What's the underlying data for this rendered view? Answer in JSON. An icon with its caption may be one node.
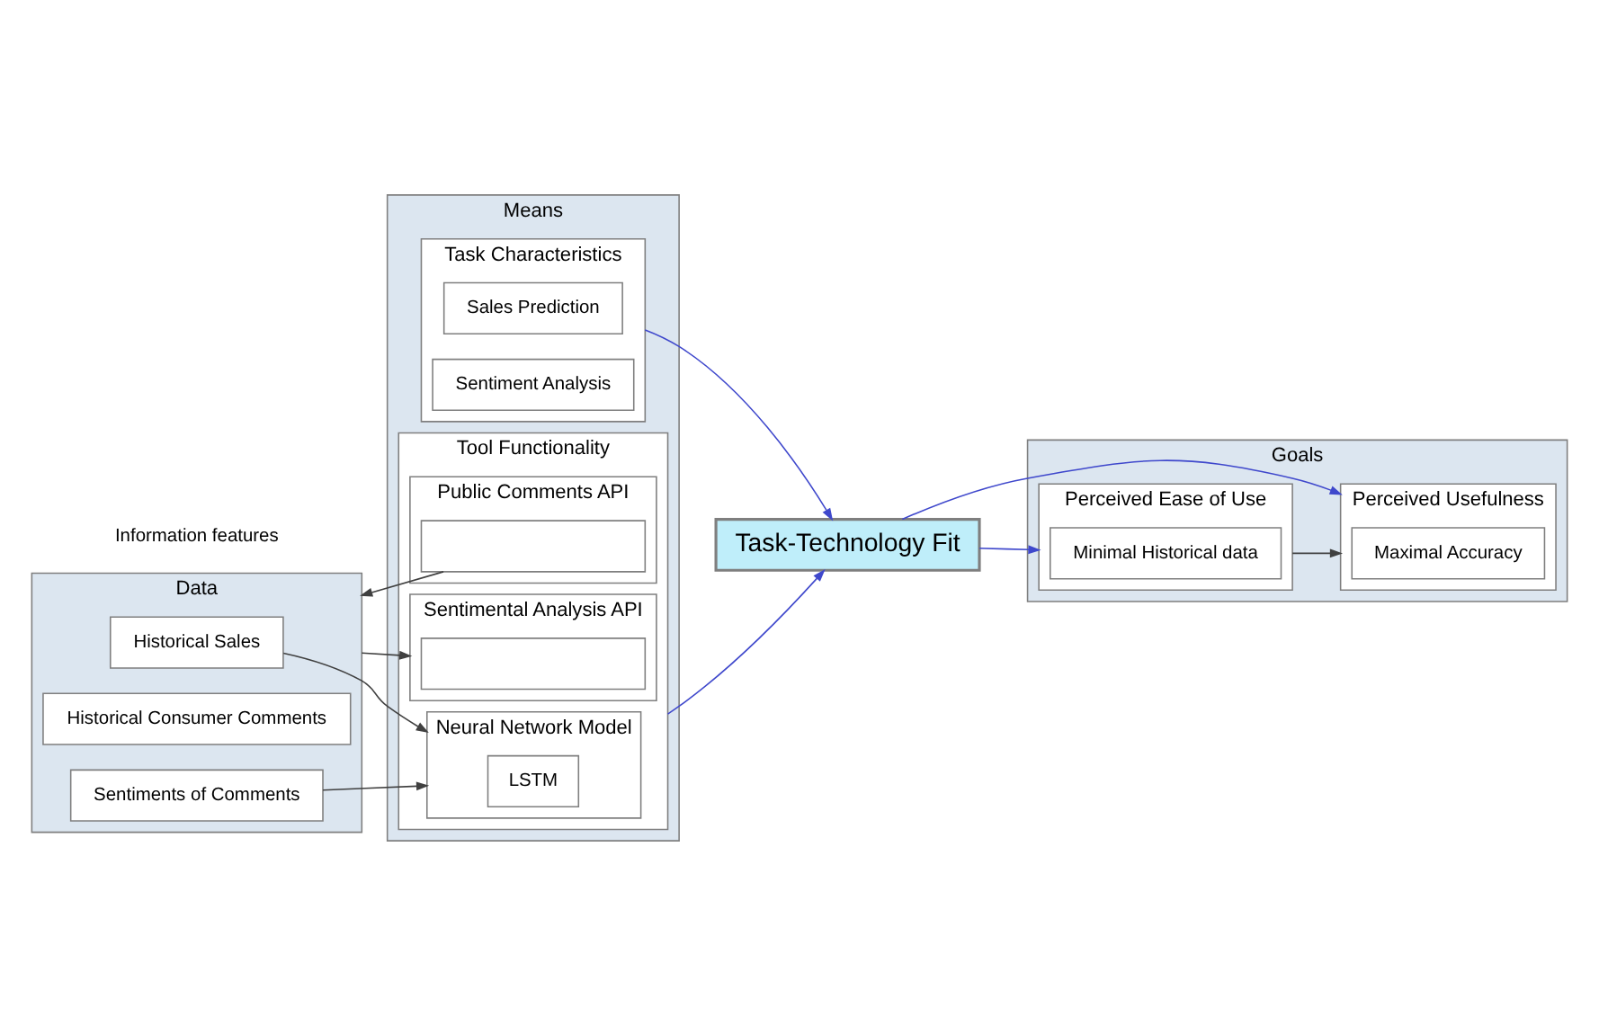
{
  "diagram": {
    "nodes": [
      {
        "text": [
          "Data"
        ]
      },
      {
        "text": [
          "Historical Sales"
        ],
        "in": 0
      },
      {
        "text": [
          "Historical Consumer Comments"
        ],
        "in": 0
      },
      {
        "text": [
          "Sentiments of Comments"
        ],
        "in": 0
      },
      {
        "text": [
          "Means"
        ]
      },
      {
        "text": [
          "Task Characteristics"
        ],
        "in": 4
      },
      {
        "text": [
          "Sales Prediction"
        ],
        "in": 5
      },
      {
        "text": [
          "Sentiment Analysis"
        ],
        "in": 5
      },
      {
        "text": [
          "Tool Functionality"
        ],
        "in": 4
      },
      {
        "text": [
          "Neural Network Model"
        ],
        "in": 8
      },
      {
        "text": [
          "LSTM"
        ],
        "in": 9
      },
      {
        "text": [
          "Sentimental Analysis API"
        ],
        "in": 8
      },
      {
        "text": [],
        "shape": "box",
        "in": 11
      },
      {
        "text": [
          "Public Comments API"
        ],
        "in": 8
      },
      {
        "text": [],
        "shape": "box",
        "in": 13
      },
      {
        "text": [
          "Task-Technology Fit"
        ]
      },
      {
        "text": [
          "Goals"
        ]
      },
      {
        "text": [
          "Perceived Usefulness"
        ],
        "in": 16
      },
      {
        "text": [
          "Maximal Accuracy"
        ],
        "in": 17
      },
      {
        "text": [
          "Perceived Ease of Use"
        ],
        "in": 16
      },
      {
        "text": [
          "Minimal Historical data"
        ],
        "in": 19
      }
    ],
    "edges": [
      {
        "from": 1,
        "to": 9,
        "arrow": "to"
      },
      {
        "from": 3,
        "to": 9,
        "arrow": "to"
      },
      {
        "from": 0,
        "to": 11,
        "arrow": "to"
      },
      {
        "from": 14,
        "to": 0,
        "arrow": "to"
      },
      {
        "from": 5,
        "to": 15,
        "arrow": "to",
        "color": "#3f48cc"
      },
      {
        "from": 8,
        "to": 15,
        "arrow": "to",
        "color": "#3f48cc"
      },
      {
        "from": 15,
        "to": 17,
        "arrow": "to",
        "color": "#3f48cc"
      },
      {
        "from": 15,
        "to": 19,
        "arrow": "to",
        "color": "#3f48cc"
      },
      {
        "from": 19,
        "to": 17,
        "arrow": "to"
      }
    ],
    "labels": [
      "Information features"
    ]
  }
}
